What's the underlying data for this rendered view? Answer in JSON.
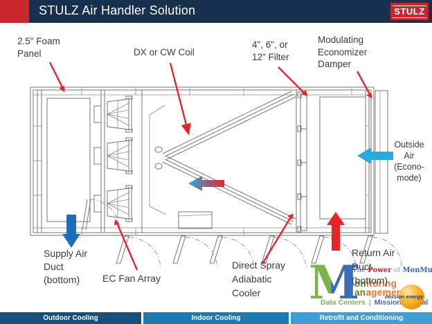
{
  "slide": {
    "title": "STULZ Air Handler Solution"
  },
  "header": {
    "logo_text": "STULZ"
  },
  "labels": {
    "foam_panel": "2.5\" Foam\nPanel",
    "dx_coil": "DX or CW Coil",
    "filter": "4\", 6\", or\n12\" Filter",
    "damper": "Modulating\nEconomizer\nDamper",
    "outside_air": "Outside\nAir\n(Econo-\nmode)",
    "supply_duct": "Supply Air\nDuct\n(bottom)",
    "ec_fan": "EC Fan Array",
    "adiabatic": "Direct Spray\nAdiabatic\nCooler",
    "return_duct": "Return Air\nDuct\n(bottom)"
  },
  "watermark": {
    "m_letter": "M",
    "tagline": {
      "the": "The ",
      "power": "Power",
      "of": " of ",
      "brand": "MonMun"
    },
    "line1": {
      "green": "on",
      "orange": "itoring"
    },
    "line2": {
      "green": "an",
      "orange": "agement"
    },
    "mission": "mission energy",
    "footer_left": "Data Centers",
    "footer_sep": "|",
    "footer_right": "Mission Critical"
  },
  "footer_tabs": [
    {
      "label": "Outdoor Cooling"
    },
    {
      "label": "Indoor Cooling"
    },
    {
      "label": "Retrofit and Conditioning"
    }
  ],
  "colors": {
    "header_navy": "#16304E",
    "stulz_red": "#C9252C",
    "annotation_red": "#E8232A",
    "supply_blue": "#1F6CB8",
    "outside_cyan": "#2AA9E0",
    "drawing_gray": "#757575",
    "label_text": "#3C3C3C",
    "tab_dark": "#174F7C",
    "tab_mid": "#1A7AB0",
    "tab_light": "#3F9FD4",
    "wm_green": "#7DB349",
    "wm_blue": "#3C6CB4",
    "wm_olive": "#5E7B22",
    "wm_orange": "#E8742A",
    "globe_orange": "#E8920A"
  }
}
